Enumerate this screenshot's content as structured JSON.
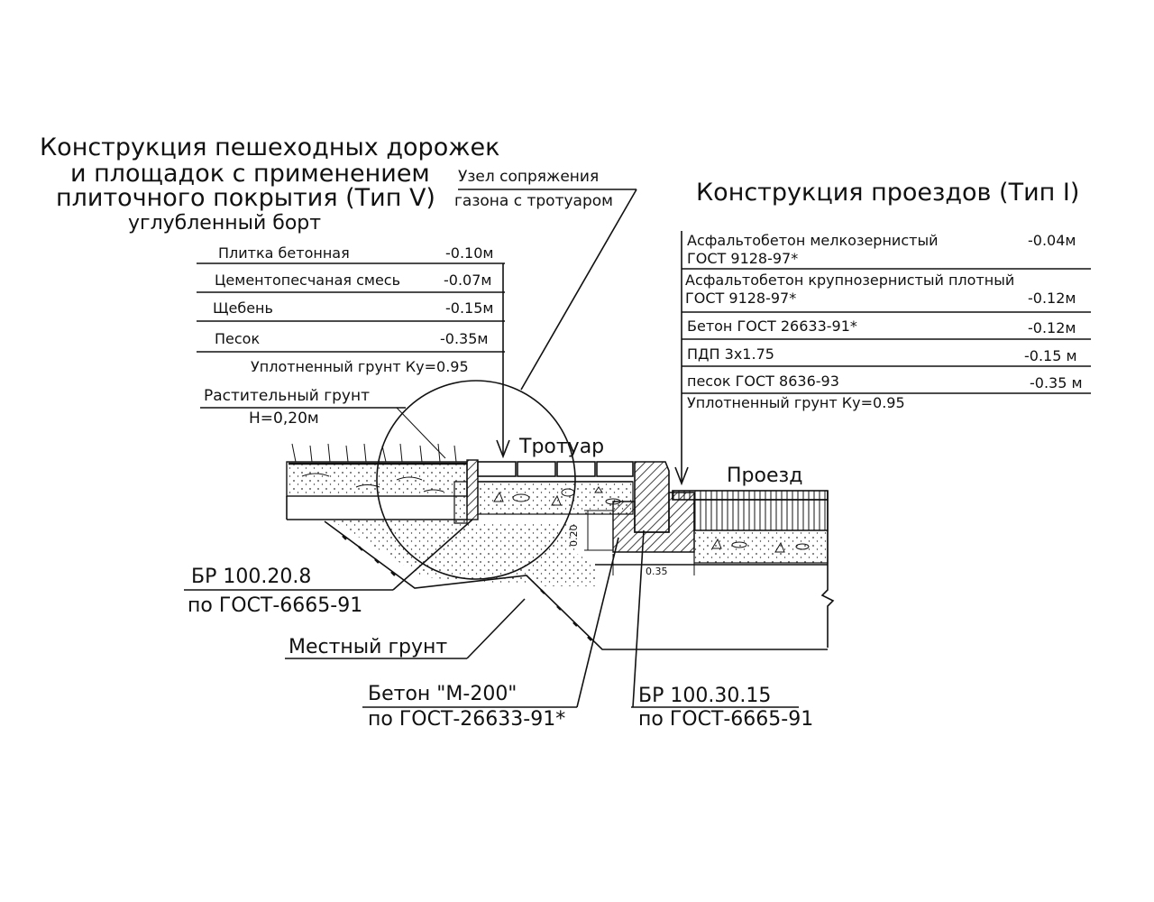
{
  "titles": {
    "pedestrian_lines": [
      "Конструкция пешеходных дорожек",
      "и площадок с применением",
      "плиточного покрытия (Тип V)",
      "углубленный борт"
    ],
    "node": [
      "Узел сопряжения",
      "газона с тротуаром"
    ],
    "driveway": "Конструкция проездов (Тип I)"
  },
  "pedestrian_layers": [
    {
      "name": "Плитка бетонная",
      "thickness": "-0.10м"
    },
    {
      "name": "Цементопесчаная смесь",
      "thickness": "-0.07м"
    },
    {
      "name": "Щебень",
      "thickness": "-0.15м"
    },
    {
      "name": "Песок",
      "thickness": "-0.35м"
    }
  ],
  "pedestrian_base": "Уплотненный грунт Ку=0.95",
  "driveway_layers": [
    {
      "lines": [
        "Асфальтобетон мелкозернистый",
        "ГОСТ 9128-97*"
      ],
      "thickness": "-0.04м"
    },
    {
      "lines": [
        "Асфальтобетон крупнозернистый плотный",
        "ГОСТ 9128-97*"
      ],
      "thickness": "-0.12м"
    },
    {
      "lines": [
        "Бетон ГОСТ 26633-91*"
      ],
      "thickness": "-0.12м"
    },
    {
      "lines": [
        "ПДП 3х1.75"
      ],
      "thickness": "-0.15 м"
    },
    {
      "lines": [
        "песок ГОСТ 8636-93"
      ],
      "thickness": "-0.35 м"
    }
  ],
  "driveway_base": "Уплотненный грунт Ку=0.95",
  "labels": {
    "topsoil": "Растительный грунт",
    "topsoil_h": "Н=0,20м",
    "sidewalk": "Тротуар",
    "driveway": "Проезд",
    "curb_small_1": "БР 100.20.8",
    "curb_small_2": "по ГОСТ-6665-91",
    "local_soil": "Местный грунт",
    "concrete_1": "Бетон \"М-200\"",
    "concrete_2": "по ГОСТ-26633-91*",
    "curb_large_1": "БР 100.30.15",
    "curb_large_2": "по ГОСТ-6665-91",
    "dim_vertical": "0.20",
    "dim_horizontal": "0.35"
  }
}
